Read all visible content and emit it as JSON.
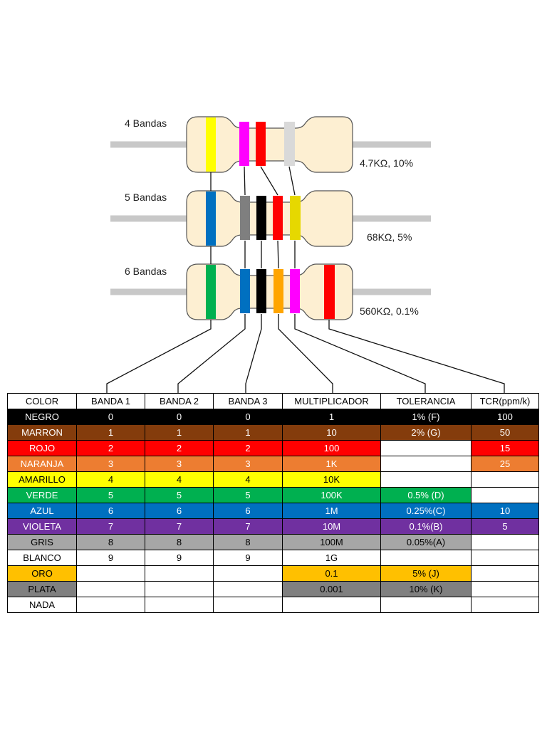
{
  "resistors": [
    {
      "label": "4 Bandas",
      "value": "4.7KΩ, 10%",
      "bands": [
        "#ffff00",
        "#ff00ff",
        "#ff0000",
        "#d9d9d9"
      ]
    },
    {
      "label": "5 Bandas",
      "value": "68KΩ, 5%",
      "bands": [
        "#0070c0",
        "#7f7f7f",
        "#000000",
        "#ff0000",
        "#e6d800"
      ]
    },
    {
      "label": "6 Bandas",
      "value": "560KΩ, 0.1%",
      "bands": [
        "#00b050",
        "#0070c0",
        "#000000",
        "#ffa500",
        "#ff00ff",
        "#ff0000"
      ]
    }
  ],
  "table": {
    "headers": [
      "COLOR",
      "BANDA 1",
      "BANDA 2",
      "BANDA 3",
      "MULTIPLICADOR",
      "TOLERANCIA",
      "TCR(ppm/k)"
    ],
    "rows": [
      {
        "name": "NEGRO",
        "cells": [
          "0",
          "0",
          "0",
          "1",
          "1% (F)",
          "100"
        ],
        "bg": "#000000",
        "fg": "#ffffff",
        "empty": []
      },
      {
        "name": "MARRON",
        "cells": [
          "1",
          "1",
          "1",
          "10",
          "2% (G)",
          "50"
        ],
        "bg": "#843c0c",
        "fg": "#ffffff",
        "empty": []
      },
      {
        "name": "ROJO",
        "cells": [
          "2",
          "2",
          "2",
          "100",
          "",
          "15"
        ],
        "bg": "#ff0000",
        "fg": "#ffffff",
        "empty": [
          5
        ]
      },
      {
        "name": "NARANJA",
        "cells": [
          "3",
          "3",
          "3",
          "1K",
          "",
          "25"
        ],
        "bg": "#ed7d31",
        "fg": "#ffffff",
        "empty": [
          5
        ]
      },
      {
        "name": "AMARILLO",
        "cells": [
          "4",
          "4",
          "4",
          "10K",
          "",
          ""
        ],
        "bg": "#ffff00",
        "fg": "#000000",
        "empty": [
          5,
          6
        ]
      },
      {
        "name": "VERDE",
        "cells": [
          "5",
          "5",
          "5",
          "100K",
          "0.5% (D)",
          ""
        ],
        "bg": "#00b050",
        "fg": "#ffffff",
        "empty": [
          6
        ]
      },
      {
        "name": "AZUL",
        "cells": [
          "6",
          "6",
          "6",
          "1M",
          "0.25%(C)",
          "10"
        ],
        "bg": "#0070c0",
        "fg": "#ffffff",
        "empty": []
      },
      {
        "name": "VIOLETA",
        "cells": [
          "7",
          "7",
          "7",
          "10M",
          "0.1%(B)",
          "5"
        ],
        "bg": "#7030a0",
        "fg": "#ffffff",
        "empty": []
      },
      {
        "name": "GRIS",
        "cells": [
          "8",
          "8",
          "8",
          "100M",
          "0.05%(A)",
          ""
        ],
        "bg": "#a6a6a6",
        "fg": "#000000",
        "empty": [
          6
        ]
      },
      {
        "name": "BLANCO",
        "cells": [
          "9",
          "9",
          "9",
          "1G",
          "",
          ""
        ],
        "bg": "#ffffff",
        "fg": "#000000",
        "empty": []
      },
      {
        "name": "ORO",
        "cells": [
          "",
          "",
          "",
          "0.1",
          "5% (J)",
          ""
        ],
        "bg": "#ffc000",
        "fg": "#000000",
        "empty": [
          1,
          2,
          3,
          6
        ]
      },
      {
        "name": "PLATA",
        "cells": [
          "",
          "",
          "",
          "0.001",
          "10% (K)",
          ""
        ],
        "bg": "#808080",
        "fg": "#000000",
        "empty": [
          1,
          2,
          3,
          6
        ]
      },
      {
        "name": "NADA",
        "cells": [
          "",
          "",
          "",
          "",
          "",
          ""
        ],
        "bg": "#ffffff",
        "fg": "#000000",
        "empty": []
      }
    ]
  }
}
